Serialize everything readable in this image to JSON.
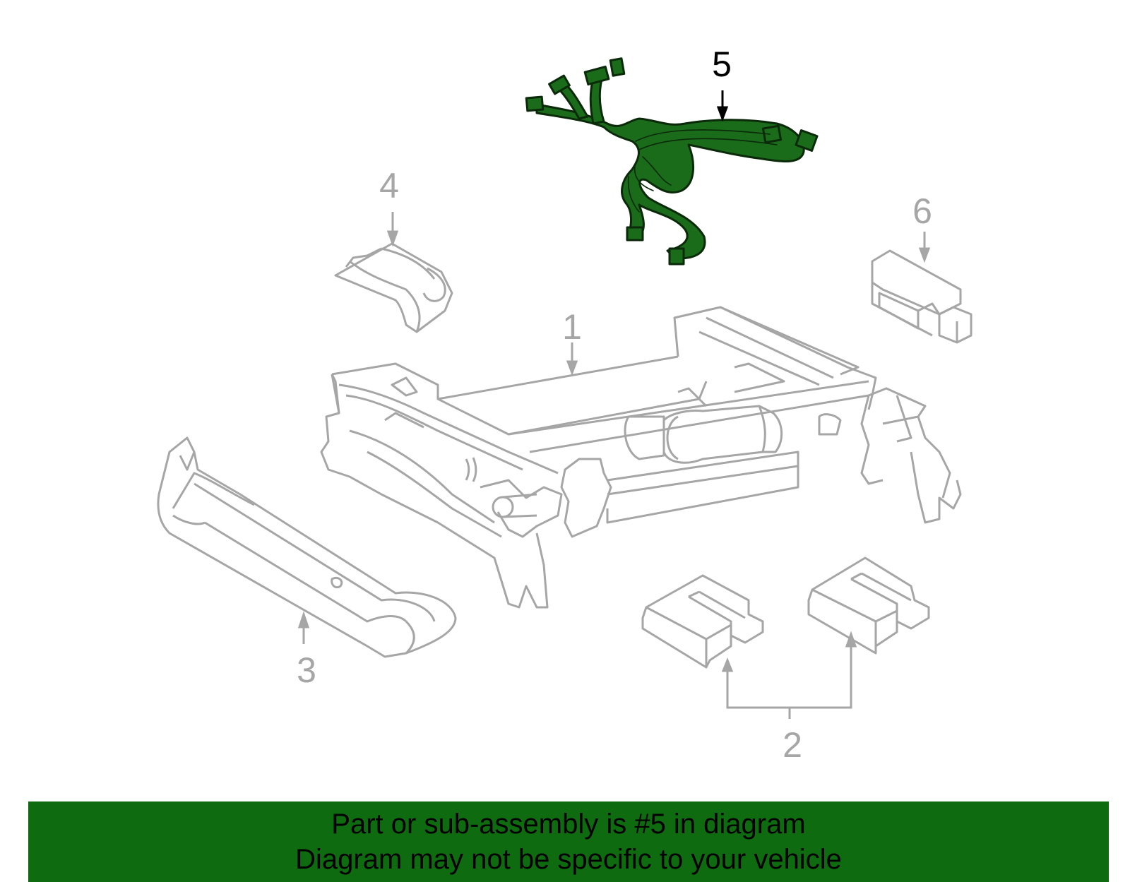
{
  "colors": {
    "part_line": "#a6a6a6",
    "highlight_fill": "#1a6b1a",
    "highlight_stroke": "#0a2a0a",
    "banner_bg": "#0f6b0f",
    "callout_active": "#000000"
  },
  "callouts": [
    {
      "number": "1",
      "part": "seat-frame-track-assembly"
    },
    {
      "number": "2",
      "part": "track-covers"
    },
    {
      "number": "3",
      "part": "side-shield"
    },
    {
      "number": "4",
      "part": "switch-bracket"
    },
    {
      "number": "5",
      "part": "wiring-harness",
      "highlighted": true
    },
    {
      "number": "6",
      "part": "control-module"
    }
  ],
  "banner": {
    "line1": "Part or sub-assembly is #5 in diagram",
    "line2": "Diagram may not be specific to your vehicle"
  }
}
